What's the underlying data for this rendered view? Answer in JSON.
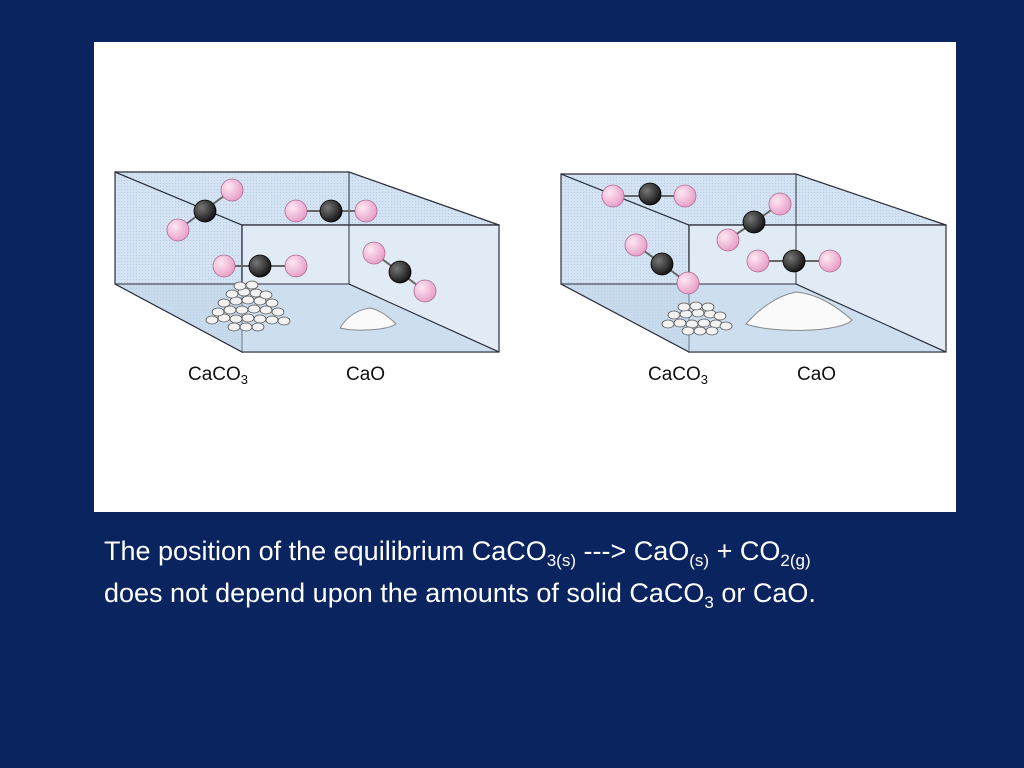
{
  "colors": {
    "background": "#0a2460",
    "panel": "#ffffff",
    "box_face": "#c9dcef",
    "box_edge": "#2b2f3a",
    "oxygen_atom": "#f3b3d6",
    "carbon_atom": "#1c1c1c",
    "caption_text": "#ffffff"
  },
  "left_box": {
    "label_caco3": "CaCO",
    "label_caco3_sub": "3",
    "label_cao": "CaO"
  },
  "right_box": {
    "label_caco3": "CaCO",
    "label_caco3_sub": "3",
    "label_cao": "CaO"
  },
  "caption": {
    "p1": "The position of the equilibrium CaCO",
    "s1": "3(s)",
    "p2": " ---> CaO",
    "s2": "(s)",
    "p3": " + CO",
    "s3": "2(g)",
    "p4": "does not depend upon the amounts of solid CaCO",
    "s4": "3",
    "p5": " or CaO."
  }
}
